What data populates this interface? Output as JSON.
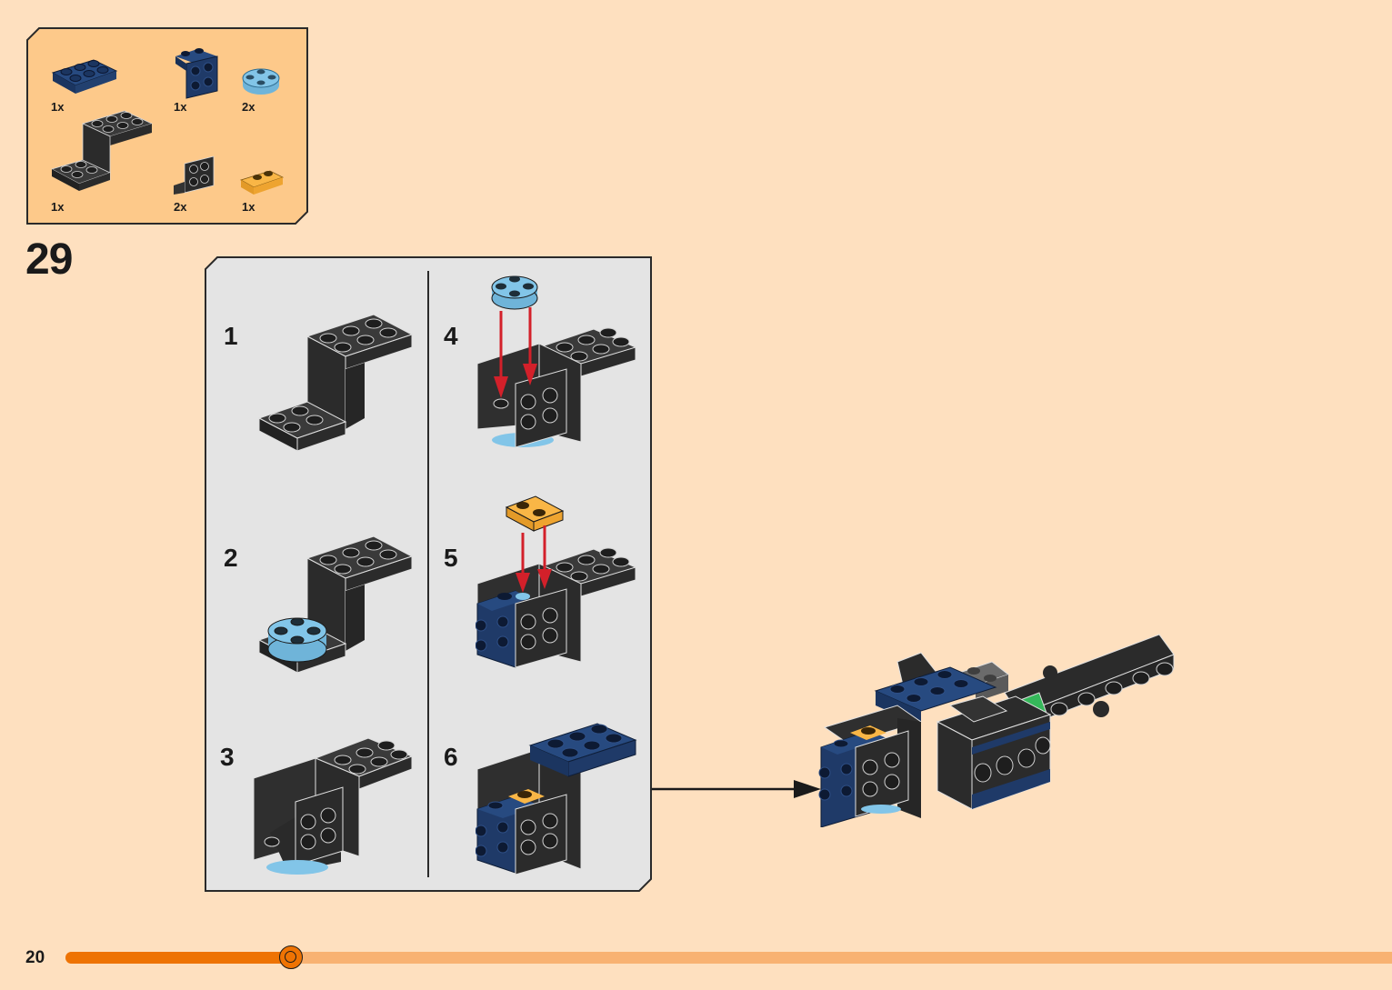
{
  "page": {
    "step_number": "29",
    "page_number": "20",
    "progress_percent": 17
  },
  "colors": {
    "background": "#fee0bf",
    "parts_box_bg": "#fdc98a",
    "sub_panel_bg": "#e4e4e4",
    "black_part": "#2b2b2b",
    "dark_blue_part": "#1f3a68",
    "light_blue_part": "#82c5e8",
    "orange_part": "#f6ad3c",
    "gray_part": "#6b6b6b",
    "green_part": "#35b85a",
    "arrow_red": "#d3202a",
    "progress_fill": "#ee7303",
    "progress_track": "#f8b272"
  },
  "parts_list": [
    {
      "name": "dark-blue-plate-2x3",
      "quantity": "1x"
    },
    {
      "name": "dark-blue-bracket-1x2-2x2",
      "quantity": "1x"
    },
    {
      "name": "light-blue-round-plate-2x2",
      "quantity": "2x"
    },
    {
      "name": "black-bracket-stepped",
      "quantity": "1x"
    },
    {
      "name": "black-bracket-1x2-2x2",
      "quantity": "2x"
    },
    {
      "name": "orange-plate-1x2",
      "quantity": "1x"
    }
  ],
  "sub_steps": [
    {
      "number": "1"
    },
    {
      "number": "2"
    },
    {
      "number": "3"
    },
    {
      "number": "4"
    },
    {
      "number": "5"
    },
    {
      "number": "6"
    }
  ]
}
